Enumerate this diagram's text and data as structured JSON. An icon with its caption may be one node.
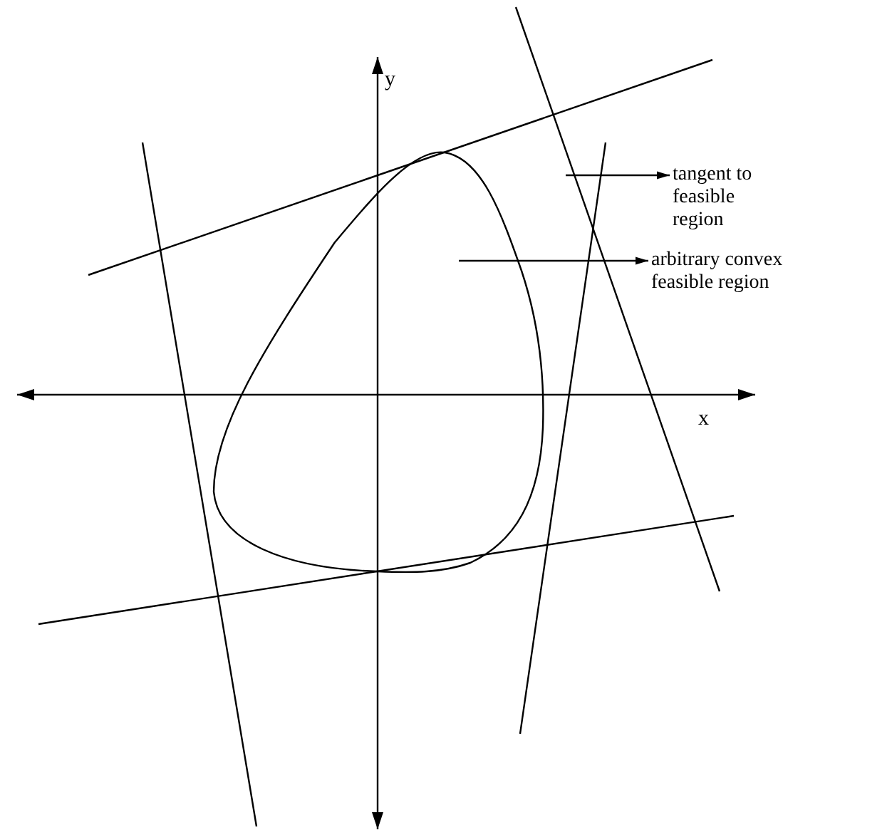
{
  "diagram": {
    "nodes": [
      {
        "text": [
          "tangent to feasible region"
        ]
      },
      {
        "text": [
          "arbitrary convex feasible region"
        ]
      },
      {
        "text": [],
        "shape": "line"
      },
      {
        "text": [],
        "shape": "blob"
      }
    ],
    "edges": [
      {
        "from": 2,
        "to": 0,
        "arrow": "to"
      },
      {
        "from": 3,
        "to": 1,
        "arrow": "to"
      }
    ],
    "labels": [
      "y",
      "x"
    ]
  }
}
